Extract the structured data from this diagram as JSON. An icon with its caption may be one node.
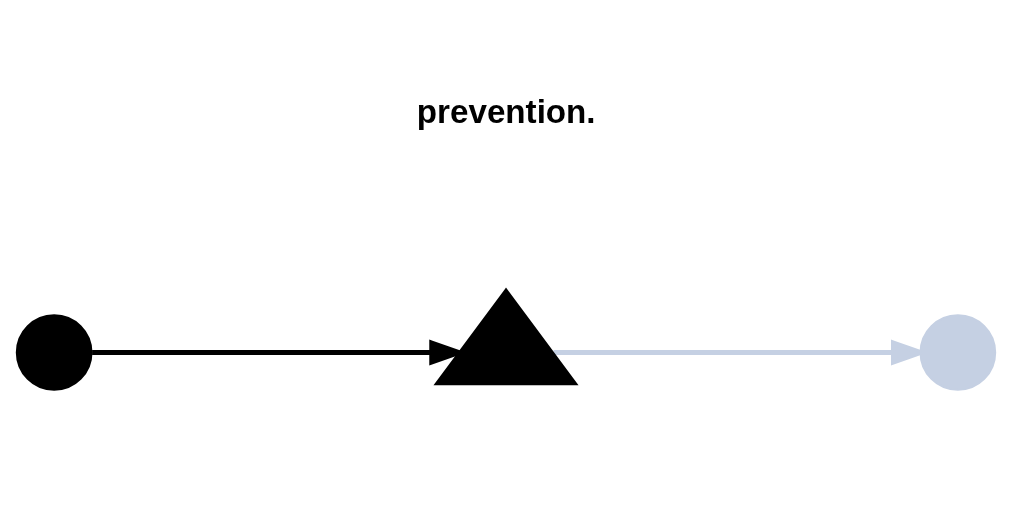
{
  "diagram": {
    "title": "prevention.",
    "nodes": [
      {
        "text": [],
        "shape": "circle"
      },
      {
        "text": [],
        "shape": "triangle"
      },
      {
        "text": [],
        "shape": "circle"
      }
    ],
    "edges": [
      {
        "from": 0,
        "to": 1,
        "arrow": "to"
      },
      {
        "from": 1,
        "to": 2,
        "arrow": "to",
        "color": "#c5d0e3"
      }
    ]
  }
}
